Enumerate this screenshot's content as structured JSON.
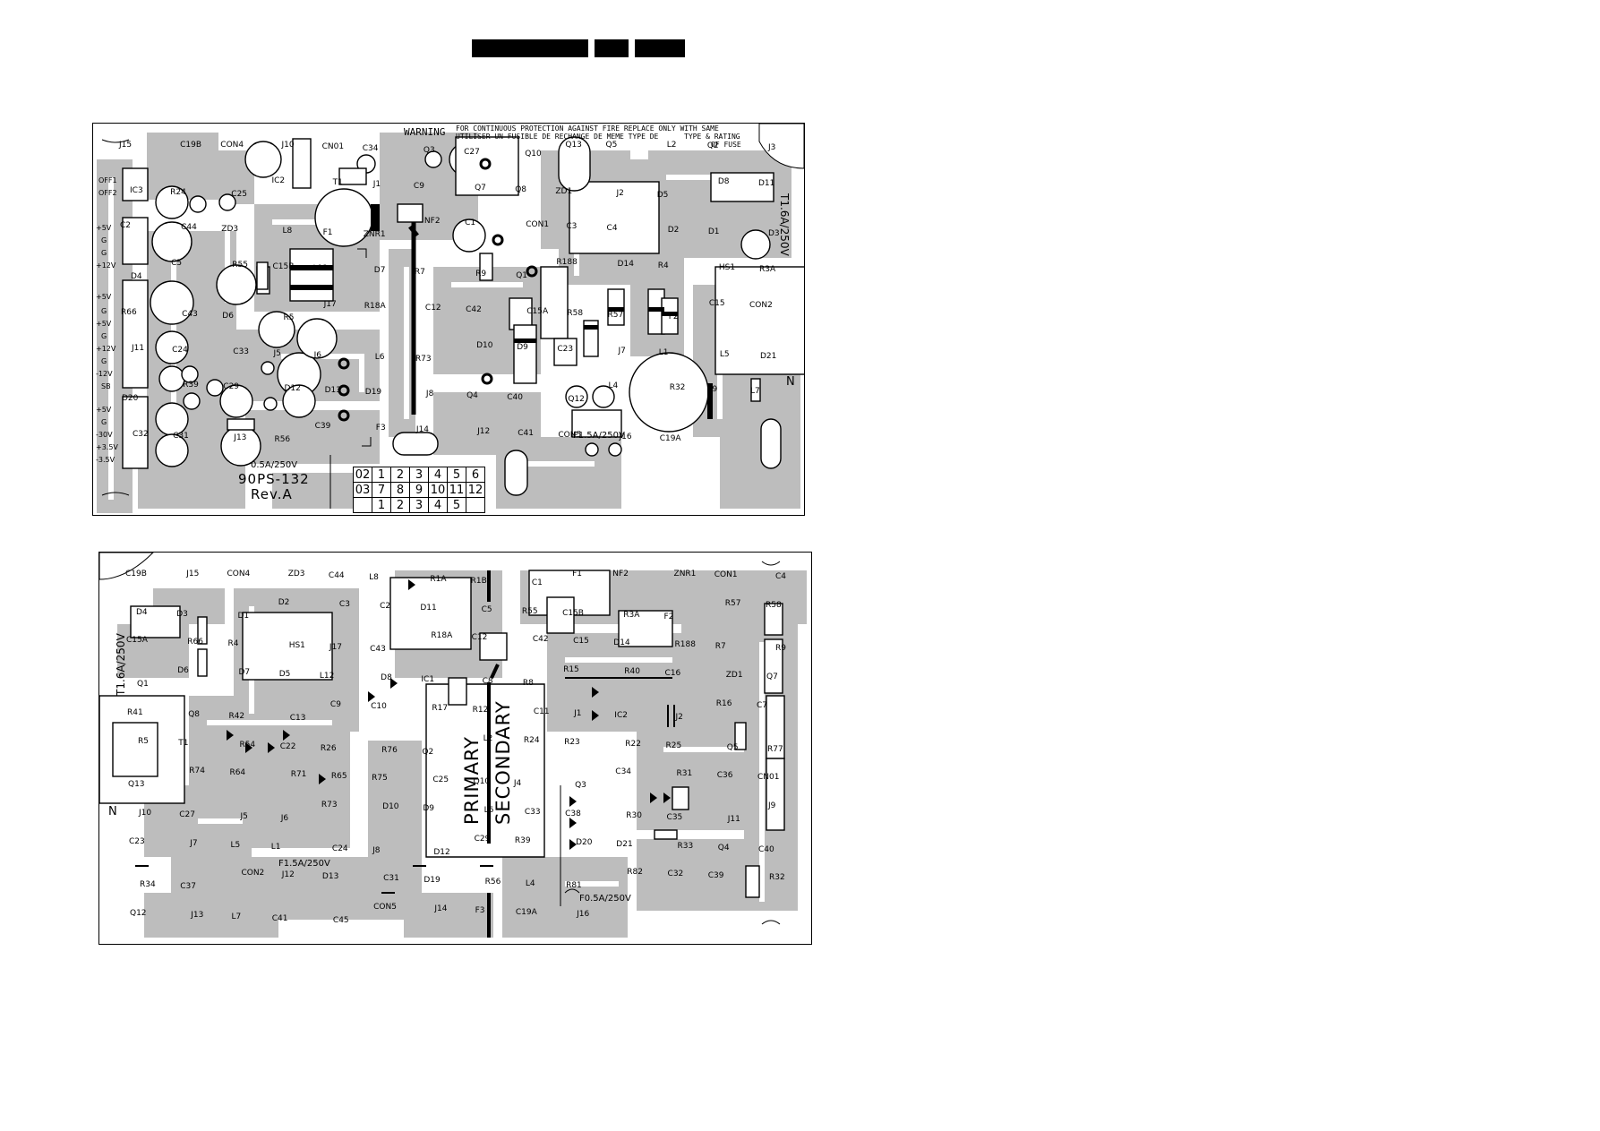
{
  "page": {
    "background": "#ffffff",
    "copper": "#bdbdbd",
    "ink": "#000000"
  },
  "top_board": {
    "title": "90PS-132",
    "revision": "Rev.A",
    "warning": {
      "title": "WARNING",
      "line1": "FOR CONTINUOUS PROTECTION AGAINST FIRE REPLACE ONLY WITH SAME",
      "line2": "UTILISER UN FUSIBLE DE RECHANGE DE MEME TYPE DE",
      "line3": "TYPE & RATING",
      "line4": "OF FUSE"
    },
    "fuse1": "T1.6A/250V",
    "fuse2": "F1.5A/250V",
    "fuse3": "0.5A/250V",
    "outputs": [
      "+5V",
      "G",
      "G",
      "+12V",
      "+5V",
      "G",
      "+5V",
      "G",
      "+12V",
      "G",
      "-12V",
      "SB",
      "+5V",
      "G",
      "-30V",
      "+3.5V",
      "-3.5V"
    ],
    "switch_labels": [
      "OFF1",
      "OFF2"
    ],
    "line_label": "N",
    "conn_table": [
      [
        "02",
        "1",
        "2",
        "3",
        "4",
        "5",
        "6"
      ],
      [
        "03",
        "7",
        "8",
        "9",
        "10",
        "11",
        "12"
      ],
      [
        "",
        "1",
        "2",
        "3",
        "4",
        "5",
        ""
      ]
    ],
    "components": [
      "J15",
      "C19B",
      "CON4",
      "J10",
      "CN01",
      "C34",
      "Q3",
      "C27",
      "Q10",
      "Q13",
      "Q5",
      "L2",
      "Q2",
      "J3",
      "IC3",
      "R24",
      "C25",
      "IC2",
      "T1",
      "J1",
      "C9",
      "Q7",
      "Q8",
      "ZD1",
      "J2",
      "D5",
      "D8",
      "D11",
      "C2",
      "C44",
      "ZD3",
      "L8",
      "F1",
      "ZNR1",
      "NF2",
      "C1",
      "CON1",
      "C3",
      "C4",
      "D2",
      "D1",
      "D3",
      "D4",
      "C5",
      "R55",
      "C15B",
      "L12",
      "D7",
      "R7",
      "R9",
      "Q1",
      "R188",
      "D14",
      "R4",
      "HS1",
      "R3A",
      "R66",
      "C43",
      "D6",
      "R5",
      "J17",
      "R18A",
      "C12",
      "C42",
      "C15A",
      "R58",
      "R57",
      "F2",
      "C15",
      "CON2",
      "J11",
      "C24",
      "C33",
      "J5",
      "J6",
      "L6",
      "R73",
      "D10",
      "D9",
      "C23",
      "J7",
      "L1",
      "L5",
      "D21",
      "D20",
      "R39",
      "C29",
      "D12",
      "D13",
      "D19",
      "J8",
      "Q4",
      "C40",
      "Q12",
      "L4",
      "R32",
      "J9",
      "L7",
      "C32",
      "C31",
      "J13",
      "R56",
      "C39",
      "F3",
      "J14",
      "J12",
      "C41",
      "CON5",
      "J16",
      "C19A"
    ]
  },
  "bottom_board": {
    "primary_label": "PRIMARY",
    "secondary_label": "SECONDARY",
    "fuse1": "T1.6A/250V",
    "fuse2": "F1.5A/250V",
    "fuse3": "F0.5A/250V",
    "line_label": "N",
    "components": [
      "C19B",
      "J15",
      "CON4",
      "ZD3",
      "C44",
      "L8",
      "R1A",
      "R1B",
      "C1",
      "F1",
      "NF2",
      "ZNR1",
      "CON1",
      "C4",
      "D4",
      "D3",
      "D1",
      "D2",
      "C3",
      "C2",
      "D11",
      "C5",
      "R55",
      "C15B",
      "R3A",
      "F2",
      "R57",
      "R58",
      "C15A",
      "R66",
      "R4",
      "HS1",
      "J17",
      "C43",
      "R18A",
      "C12",
      "C42",
      "C15",
      "D14",
      "R188",
      "R7",
      "R9",
      "Q1",
      "D6",
      "D7",
      "D5",
      "L12",
      "D8",
      "IC1",
      "C8",
      "R8",
      "R15",
      "R40",
      "C16",
      "ZD1",
      "Q7",
      "R41",
      "Q8",
      "R42",
      "C13",
      "C9",
      "C10",
      "R17",
      "R12",
      "C11",
      "J1",
      "IC2",
      "J2",
      "R16",
      "C7",
      "R5",
      "T1",
      "R54",
      "C22",
      "R26",
      "R76",
      "Q2",
      "L2",
      "R24",
      "R23",
      "R22",
      "R25",
      "Q5",
      "R77",
      "Q13",
      "R74",
      "R64",
      "R71",
      "R65",
      "R75",
      "C25",
      "Q10",
      "J4",
      "Q3",
      "C34",
      "R31",
      "C36",
      "CN01",
      "J10",
      "C27",
      "J5",
      "J6",
      "R73",
      "D10",
      "D9",
      "L6",
      "C33",
      "C38",
      "R30",
      "C35",
      "J11",
      "J9",
      "C23",
      "J7",
      "L5",
      "L1",
      "C24",
      "J8",
      "D12",
      "C29",
      "R39",
      "D20",
      "D21",
      "R33",
      "Q4",
      "C40",
      "R34",
      "C37",
      "CON2",
      "J12",
      "D13",
      "C31",
      "D19",
      "R56",
      "L4",
      "R81",
      "R82",
      "C32",
      "C39",
      "R32",
      "Q12",
      "J13",
      "L7",
      "C41",
      "C45",
      "CON5",
      "J14",
      "F3",
      "C19A",
      "J16"
    ]
  }
}
